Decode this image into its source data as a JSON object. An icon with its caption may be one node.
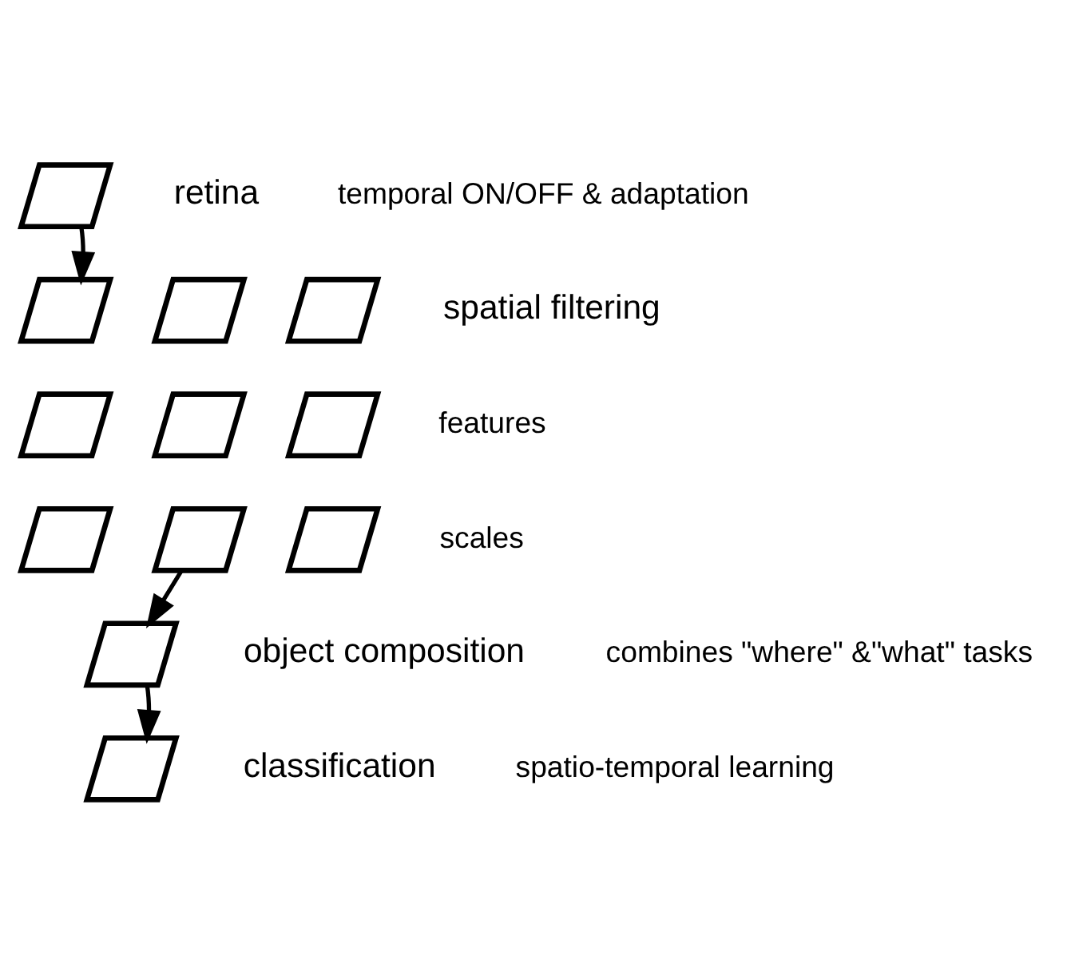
{
  "diagram": {
    "nodes": [
      {
        "text": [],
        "shape": "box",
        "beside": [
          "retina"
        ]
      },
      {
        "text": [],
        "shape": "box"
      },
      {
        "text": [],
        "shape": "box"
      },
      {
        "text": [],
        "shape": "box",
        "beside": [
          "spatial filtering"
        ]
      },
      {
        "text": [],
        "shape": "box"
      },
      {
        "text": [],
        "shape": "box"
      },
      {
        "text": [],
        "shape": "box"
      },
      {
        "text": [],
        "shape": "box"
      },
      {
        "text": [],
        "shape": "box"
      },
      {
        "text": [],
        "shape": "box"
      },
      {
        "text": [],
        "shape": "box",
        "beside": [
          "object composition"
        ]
      },
      {
        "text": [],
        "shape": "box",
        "beside": [
          "classification"
        ]
      }
    ],
    "edges": [
      {
        "from": 0,
        "to": 1,
        "arrow": "to"
      },
      {
        "from": 9,
        "to": 10,
        "arrow": "to"
      },
      {
        "from": 10,
        "to": 11,
        "arrow": "to"
      }
    ],
    "labels": [
      "temporal ON/OFF & adaptation",
      "features",
      "scales",
      "combines \"where\" &\"what\" tasks",
      "spatio-temporal learning"
    ]
  }
}
